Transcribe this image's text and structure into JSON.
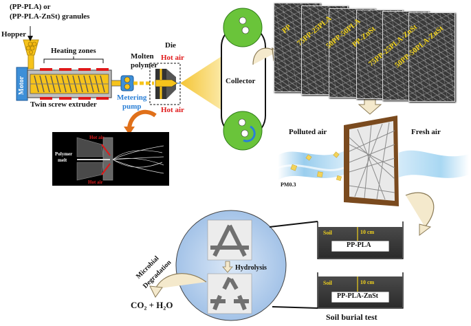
{
  "extrusion": {
    "granules_line1": "(PP-PLA) or",
    "granules_line2": "(PP-PLA-ZnSt) granules",
    "hopper": "Hopper",
    "motor": "Motor",
    "heating_zones": "Heating zones",
    "twin_screw": "Twin screw extruder",
    "metering_line1": "Metering",
    "metering_line2": "pump",
    "molten_line1": "Molten",
    "molten_line2": "polymer",
    "die": "Die",
    "hot_air_top": "Hot air",
    "hot_air_bottom": "Hot air"
  },
  "inset": {
    "hot_air_top": "Hot air",
    "hot_air_bottom": "Hot air",
    "polymer_line1": "Polymer",
    "polymer_line2": "melt"
  },
  "collector": {
    "label": "Collector"
  },
  "sem_labels": [
    "PP",
    "75PP-25PLA",
    "50PP-50PLA",
    "PP-ZnSt",
    "75PP-25PLA-ZnSt",
    "50PP-50PLA-ZnSt"
  ],
  "filtration": {
    "polluted_air": "Polluted air",
    "fresh_air": "Fresh air",
    "pm": "PM0.3"
  },
  "soil": {
    "soil_label_1": "Soil",
    "depth_1": "10 cm",
    "sample_1": "PP-PLA",
    "soil_label_2": "Soil",
    "depth_2": "10 cm",
    "sample_2": "PP-PLA-ZnSt",
    "title": "Soil burial test"
  },
  "degradation": {
    "hydrolysis": "Hydrolysis",
    "microbial_line1": "Microbial",
    "microbial_line2": "Degradation",
    "products": "CO₂ + H₂O"
  },
  "colors": {
    "screw_yellow": "#f6c31b",
    "hot_air_red": "#e0191a",
    "metering_blue": "#2a7fd6",
    "collector_green": "#6ac43a",
    "sem_label_yellow": "#f1d21b",
    "frame_brown": "#7a4a1e",
    "circle_blue": "#bcd4ee"
  }
}
